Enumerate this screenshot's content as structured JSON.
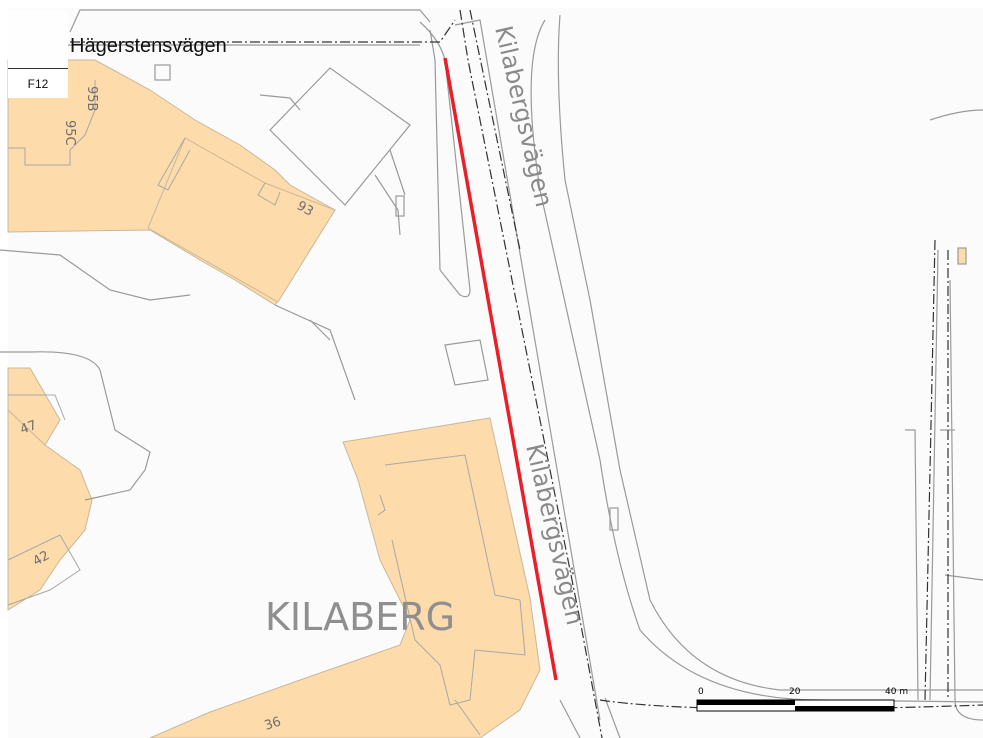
{
  "title": "Hägerstensvägen",
  "sheet_id": "F12",
  "area_name": "KILABERG",
  "street_labels": {
    "upper": "Kilabergsvägen",
    "lower": "Kilabergsvägen"
  },
  "house_numbers": {
    "n95b": "95B",
    "n95c": "95C",
    "n93": "93",
    "n47": "47",
    "n42": "42",
    "n36": "36"
  },
  "scale_bar": {
    "label_0": "0",
    "label_20": "20",
    "label_40": "40 m"
  },
  "colors": {
    "building_fill": "#fddbaa",
    "building_stroke": "#c9b89c",
    "line": "#9a9a9a",
    "dark_line": "#333333",
    "highlight": "#e8202a",
    "label_gray": "#8a8a8a",
    "background": "#ffffff"
  }
}
